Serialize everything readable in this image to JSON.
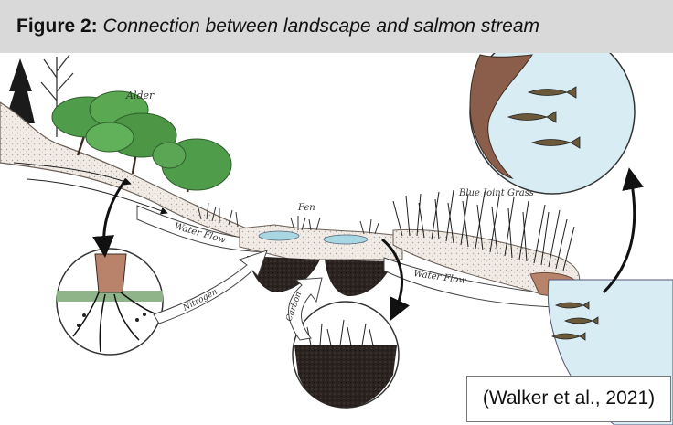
{
  "header": {
    "figure_label": "Figure 2:",
    "caption": "Connection between landscape and salmon stream"
  },
  "labels": {
    "alder": "Alder",
    "fen": "Fen",
    "blue_joint_grass": "Blue Joint Grass",
    "water_flow_1": "Water Flow",
    "water_flow_2": "Water Flow",
    "nitrogen": "Nitrogen",
    "carbon": "Carbon"
  },
  "citation": "(Walker et al., 2021)"
}
